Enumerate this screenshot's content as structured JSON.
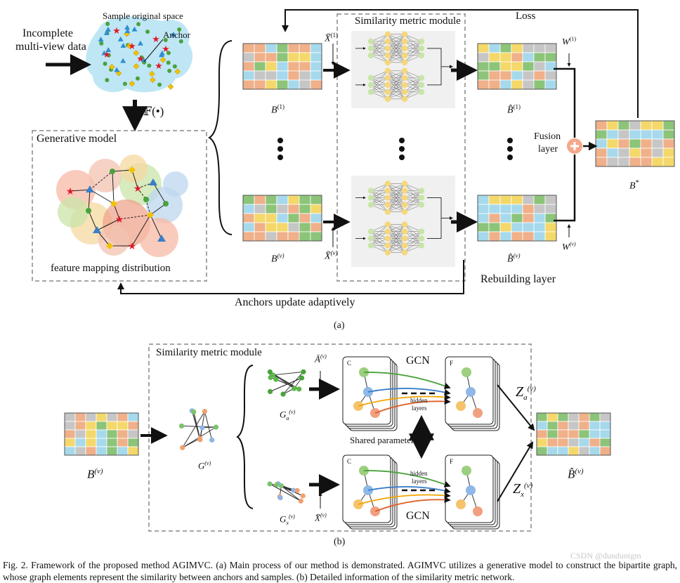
{
  "panel_a": {
    "incomplete_label_1": "Incomplete",
    "incomplete_label_2": "multi-view data",
    "sample_space_label": "Sample original space",
    "anchor_label": "Anchor",
    "mapping_operator": "𝔽(•)",
    "generative_model_title": "Generative model",
    "feature_mapping_label": "feature mapping distribution",
    "similarity_module_title": "Similarity metric module",
    "loss_label": "Loss",
    "x_bar_top": "X̄",
    "x_bar_top_sup": "(1)",
    "x_bar_bottom": "X̄",
    "x_bar_bottom_sup": "(v)",
    "b1_label": "B",
    "b1_sup": "(1)",
    "bv_label": "B",
    "bv_sup": "(v)",
    "bhat1_label": "B̂",
    "bhat1_sup": "(1)",
    "bhatv_label": "B̂",
    "bhatv_sup": "(v)",
    "w1_label": "W",
    "w1_sup": "(1)",
    "wv_label": "W",
    "wv_sup": "(v)",
    "fusion_label_1": "Fusion",
    "fusion_label_2": "layer",
    "bstar_label": "B",
    "bstar_sup": "*",
    "rebuilding_label": "Rebuilding layer",
    "anchors_update_label": "Anchors update adaptively",
    "sub_label": "(a)"
  },
  "panel_b": {
    "similarity_module_title": "Similarity metric module",
    "a_bar": "Ā",
    "a_bar_sup": "(v)",
    "x_bar": "X̄",
    "x_bar_sup": "(v)",
    "gcn_top": "GCN",
    "gcn_bottom": "GCN",
    "card_c_top": "C",
    "card_f_top": "F",
    "card_c_bottom": "C",
    "card_f_bottom": "F",
    "hidden_top_1": "hidden",
    "hidden_top_2": "layers",
    "hidden_bottom_1": "hidden",
    "hidden_bottom_2": "layers",
    "shared_params": "Shared parameters",
    "ga_label": "G",
    "ga_sub": "a",
    "ga_sup": "(v)",
    "gx_label": "G",
    "gx_sub": "x",
    "gx_sup": "(v)",
    "g_label": "G",
    "g_sup": "(v)",
    "bv_label": "B",
    "bv_sup": "(v)",
    "bhat_label": "B̂",
    "bhat_sup": "(v)",
    "za_label": "Z",
    "za_sub": "a",
    "za_sup": "(v)",
    "zx_label": "Z",
    "zx_sub": "x",
    "zx_sup": "(v)",
    "sub_label": "(b)"
  },
  "caption": "Fig. 2.   Framework of the proposed method AGIMVC. (a) Main process of our method is demonstrated. AGIMVC utilizes a generative model to construct the bipartite graph, whose graph elements represent the similarity between anchors and samples. (b) Detailed information of the similarity metric network.",
  "watermark": "CSDN @dunduntgm",
  "colors": {
    "cell_blue": "#a6d9ec",
    "cell_green": "#8cc47a",
    "cell_orange": "#f0b089",
    "cell_yellow": "#f4d86a",
    "cell_grey": "#c6c6c6",
    "cloud": "#bfe6f5",
    "module_bg": "#f0f0f0",
    "fusion": "#f5a88a"
  }
}
